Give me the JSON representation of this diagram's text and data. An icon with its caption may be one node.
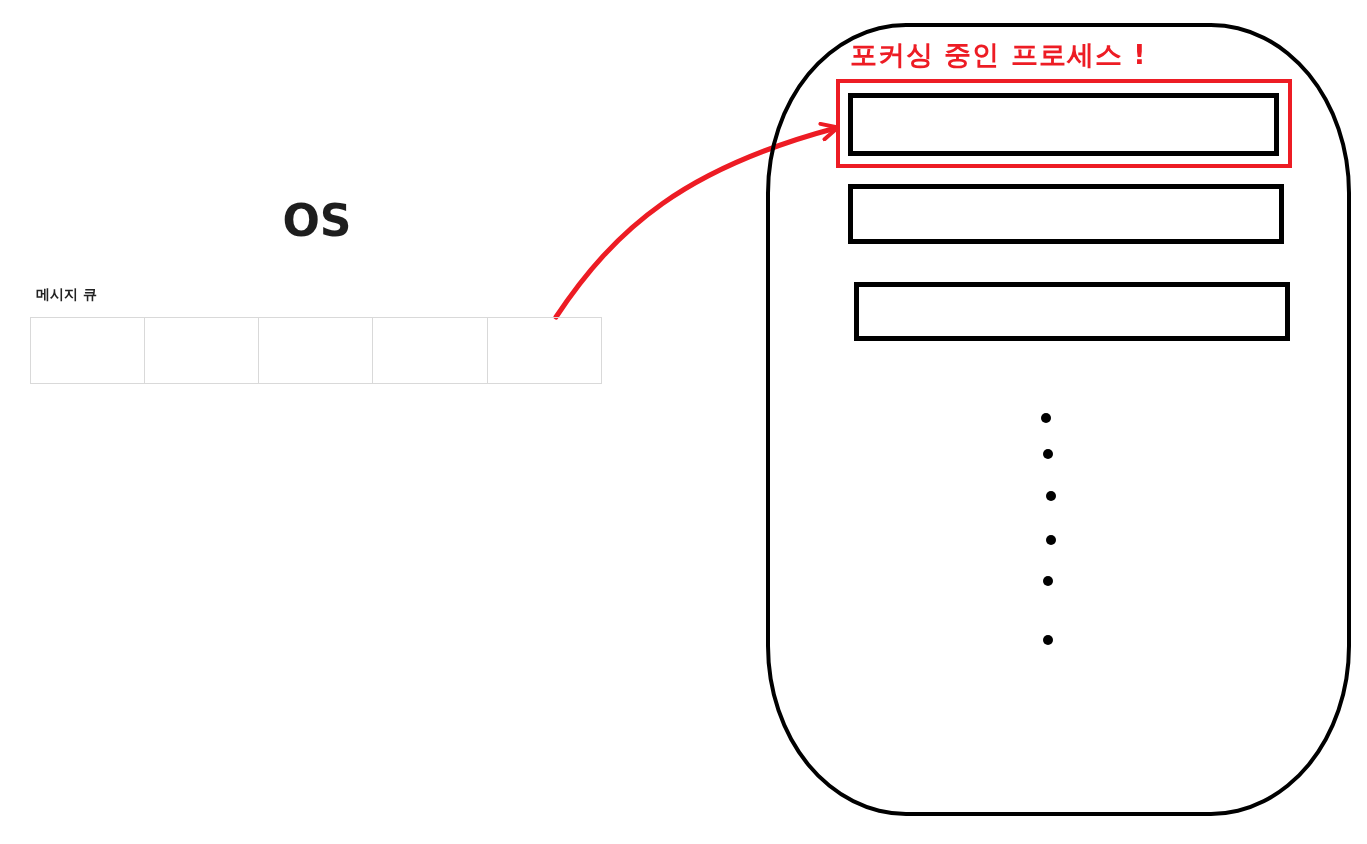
{
  "diagram": {
    "title": "OS",
    "nodes": [
      {
        "text": [],
        "shape": "box"
      },
      {
        "text": [],
        "shape": "box"
      },
      {
        "text": [],
        "shape": "box"
      },
      {
        "text": [],
        "shape": "box"
      },
      {
        "text": [],
        "shape": "box"
      },
      {
        "text": [],
        "shape": "box"
      },
      {
        "text": [
          "포커싱 중인 프로세스 !"
        ],
        "in": 5
      },
      {
        "text": [],
        "shape": "box",
        "in": 6
      },
      {
        "text": [],
        "shape": "box",
        "in": 5
      },
      {
        "text": [],
        "shape": "box",
        "in": 5
      }
    ],
    "edges": [
      {
        "from": 4,
        "to": 6,
        "arrow": "to",
        "color": "#ed1c24"
      }
    ],
    "labels": [
      "메시지 큐"
    ]
  }
}
